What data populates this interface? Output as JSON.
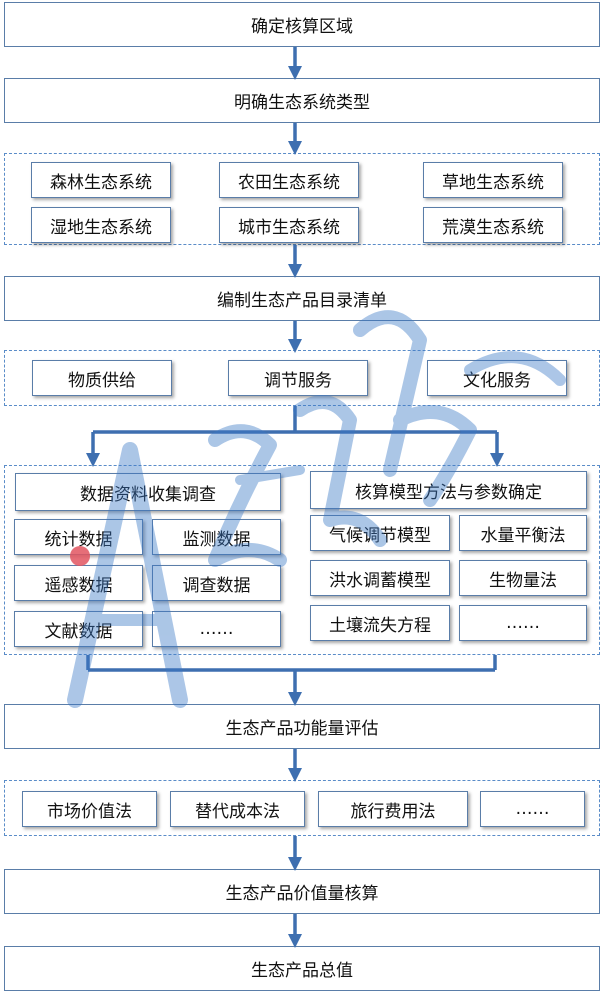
{
  "steps": {
    "define_area": "确定核算区域",
    "define_types": "明确生态系统类型",
    "compile_list": "编制生态产品目录清单",
    "assess_quantity": "生态产品功能量评估",
    "value_accounting": "生态产品价值量核算",
    "total_value": "生态产品总值"
  },
  "ecosystem_types": [
    "森林生态系统",
    "农田生态系统",
    "草地生态系统",
    "湿地生态系统",
    "城市生态系统",
    "荒漠生态系统"
  ],
  "product_categories": [
    "物质供给",
    "调节服务",
    "文化服务"
  ],
  "data_collection": {
    "title": "数据资料收集调查",
    "items": [
      "统计数据",
      "监测数据",
      "遥感数据",
      "调查数据",
      "文献数据",
      "……"
    ]
  },
  "accounting_models": {
    "title": "核算模型方法与参数确定",
    "items": [
      "气候调节模型",
      "水量平衡法",
      "洪水调蓄模型",
      "生物量法",
      "土壤流失方程",
      "……"
    ]
  },
  "valuation_methods": [
    "市场价值法",
    "替代成本法",
    "旅行费用法",
    "……"
  ],
  "colors": {
    "box_border": "#5a7da8",
    "dashed_border": "#5a8cc8",
    "arrow": "#3e6fb0",
    "watermark": "#3a78c6",
    "watermark_dot": "#e25560"
  }
}
